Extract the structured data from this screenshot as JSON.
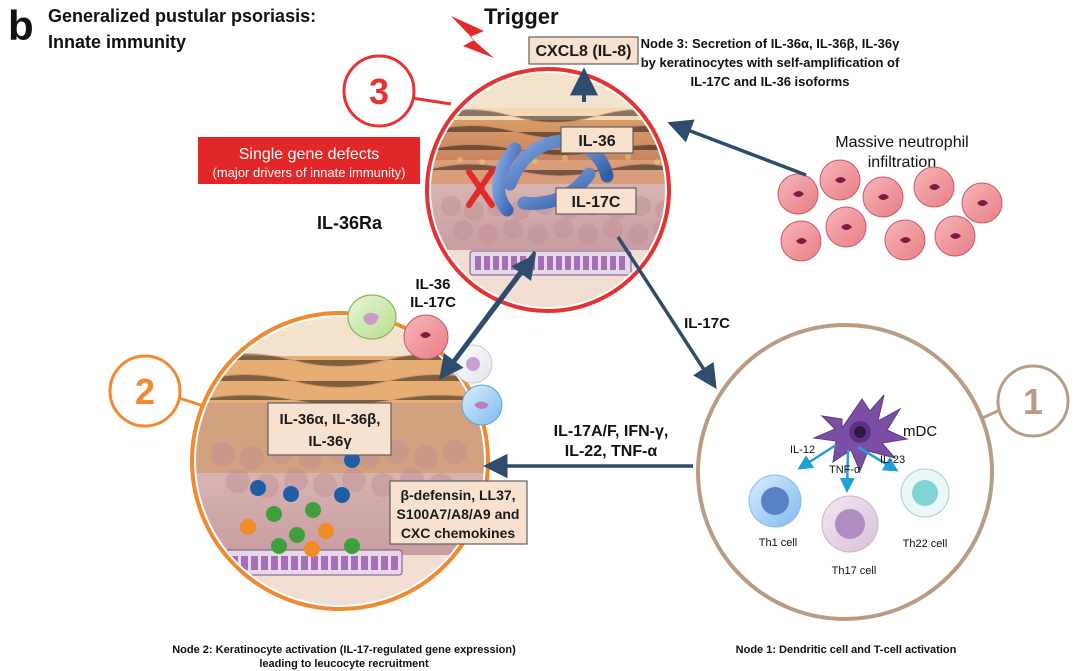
{
  "panel_letter": "b",
  "title_lines": [
    "Generalized pustular psoriasis:",
    "Innate immunity"
  ],
  "trigger": "Trigger",
  "node3_description": [
    "Node 3: Secretion of IL-36α, IL-36β, IL-36γ",
    "by keratinocytes with self-amplification of",
    "IL-17C and IL-36 isoforms"
  ],
  "single_gene_defects": {
    "line1": "Single gene defects",
    "line2": "(major drivers of innate immunity)"
  },
  "il36ra": "IL-36Ra",
  "node3_box_top": "CXCL8 (IL-8)",
  "node3_box_mid": "IL-36",
  "node3_box_bot": "IL-17C",
  "massive_neutrophil": [
    "Massive neutrophil",
    "infiltration"
  ],
  "left_mid_labels": [
    "IL-36",
    "IL-17C"
  ],
  "il17c_right": "IL-17C",
  "left_node_box1": [
    "IL-36α, IL-36β,",
    "IL-36γ"
  ],
  "left_node_box2": [
    "β-defensin, LL37,",
    "S100A7/A8/A9 and",
    "CXC chemokines"
  ],
  "middle_arrow_label": [
    "IL-17A/F, IFN-γ,",
    "IL-22, TNF-α"
  ],
  "node_numbers": {
    "n3": "3",
    "n2": "2",
    "n1": "1"
  },
  "node1_labels": {
    "mdc": "mDC",
    "il12": "IL-12",
    "tnfa": "TNF-α",
    "il23": "IL-23",
    "th1": "Th1 cell",
    "th17": "Th17 cell",
    "th22": "Th22 cell"
  },
  "footer_left": [
    "Node 2: Keratinocyte activation (IL-17-regulated gene expression)",
    "leading to leucocyte recruitment"
  ],
  "footer_right": "Node 1: Dendritic cell and T-cell activation"
}
